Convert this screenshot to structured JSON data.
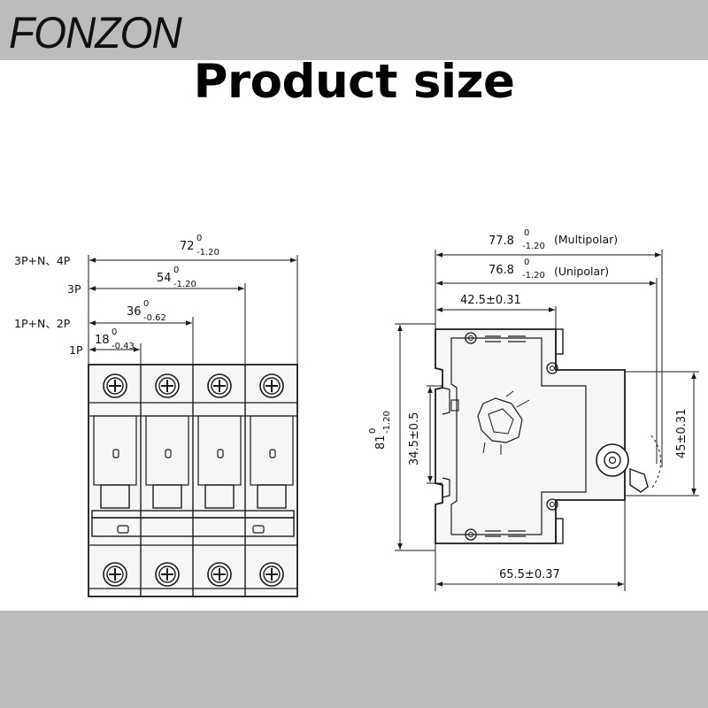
{
  "header": {
    "brand": "FONZON",
    "title": "Product size"
  },
  "front_view": {
    "pole_labels": [
      "3P+N、4P",
      "3P",
      "1P+N、2P",
      "1P"
    ],
    "dims": [
      {
        "nominal": "72",
        "tol_upper": "0",
        "tol_lower": "-1.20"
      },
      {
        "nominal": "54",
        "tol_upper": "0",
        "tol_lower": "-1.20"
      },
      {
        "nominal": "36",
        "tol_upper": "0",
        "tol_lower": "-0.62"
      },
      {
        "nominal": "18",
        "tol_upper": "0",
        "tol_lower": "-0.43"
      }
    ]
  },
  "side_view": {
    "multipolar": {
      "nominal": "77.8",
      "tol_upper": "0",
      "tol_lower": "-1.20",
      "note": "(Multipolar)"
    },
    "unipolar": {
      "nominal": "76.8",
      "tol_upper": "0",
      "tol_lower": "-1.20",
      "note": "(Unipolar)"
    },
    "depth_top": "42.5±0.31",
    "depth_bottom": "65.5±0.37",
    "height": {
      "nominal": "81",
      "tol_upper": "0",
      "tol_lower": "-1.20"
    },
    "rail": "34.5±0.5",
    "front_height": "45±0.31"
  },
  "colors": {
    "band": "#bcbcbc",
    "line": "#1a1a1a",
    "face": "#f4f4f4"
  }
}
